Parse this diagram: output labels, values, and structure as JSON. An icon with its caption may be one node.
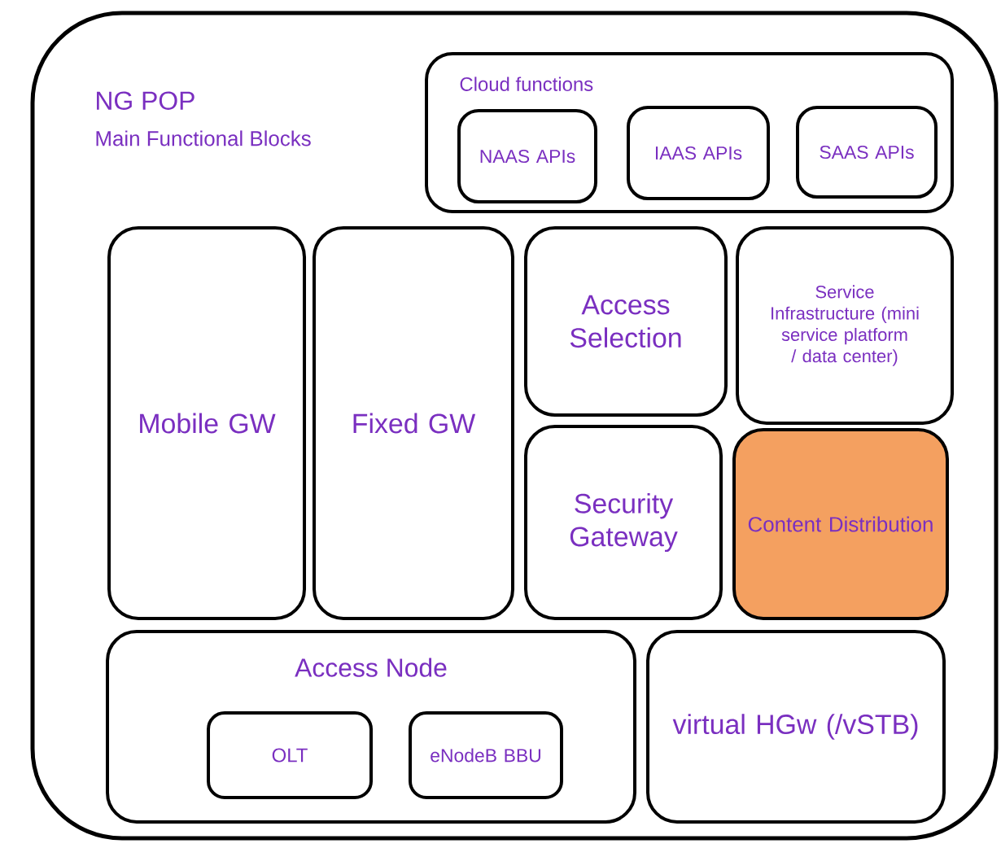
{
  "diagram": {
    "nodes": [
      {
        "text": [
          "NG POP",
          "Main Functional Blocks"
        ]
      },
      {
        "text": [
          "Cloud functions"
        ],
        "in": 0
      },
      {
        "text": [
          "NAAS APIs"
        ],
        "in": 1
      },
      {
        "text": [
          "IAAS APIs"
        ],
        "in": 1
      },
      {
        "text": [
          "SAAS APIs"
        ],
        "in": 1
      },
      {
        "text": [
          "Mobile GW"
        ],
        "in": 0
      },
      {
        "text": [
          "Fixed GW"
        ],
        "in": 0
      },
      {
        "text": [
          "Access Selection"
        ],
        "in": 0
      },
      {
        "text": [
          "Service Infrastructure (mini service platform / data center)"
        ],
        "in": 0
      },
      {
        "text": [
          "Security Gateway"
        ],
        "in": 0
      },
      {
        "text": [
          "Content Distribution"
        ],
        "in": 0
      },
      {
        "text": [
          "Access Node"
        ],
        "in": 0
      },
      {
        "text": [
          "OLT"
        ],
        "in": 11
      },
      {
        "text": [
          "eNodeB BBU"
        ],
        "in": 11
      },
      {
        "text": [
          "virtual HGw (/vSTB)"
        ],
        "in": 0
      }
    ]
  }
}
